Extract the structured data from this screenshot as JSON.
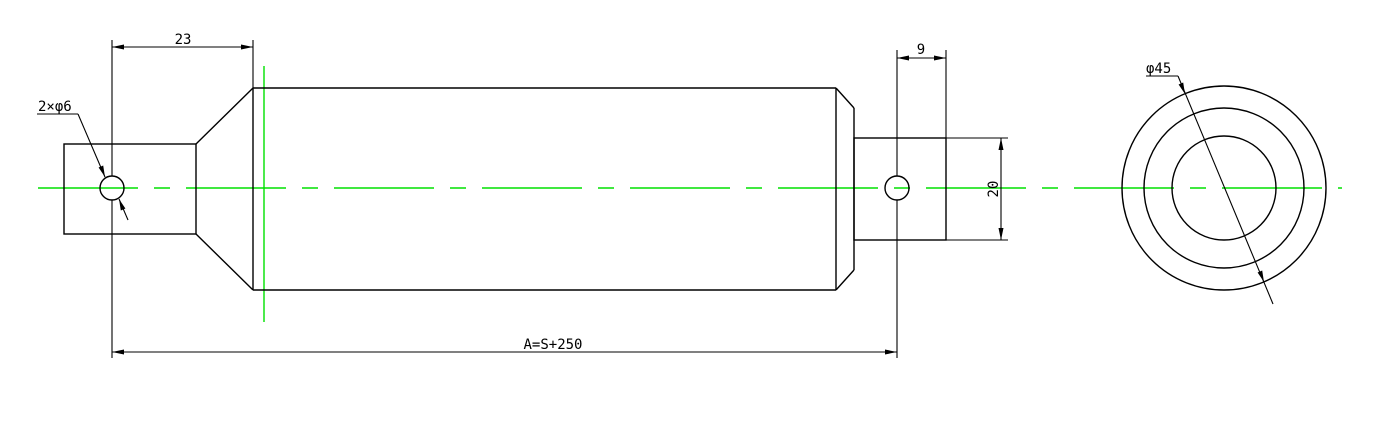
{
  "colors": {
    "background": "#ffffff",
    "outline": "#000000",
    "centerline": "#00e000"
  },
  "labels": {
    "dim_23": "23",
    "dim_9": "9",
    "dim_20": "20",
    "holes": "2×φ6",
    "diameter": "φ45",
    "overall_length": "A=S+250"
  }
}
